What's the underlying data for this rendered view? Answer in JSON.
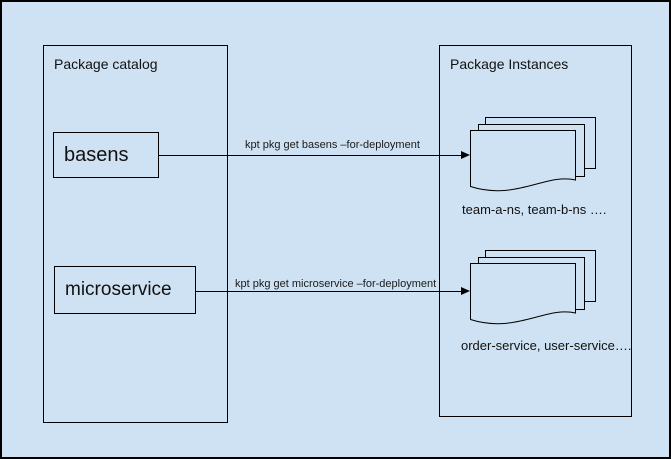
{
  "canvas": {
    "background_color": "#cfe2f3",
    "border_color": "#000000"
  },
  "catalog": {
    "title": "Package catalog",
    "packages": [
      {
        "label": "basens"
      },
      {
        "label": "microservice"
      }
    ]
  },
  "instances": {
    "title": "Package Instances",
    "stacks": [
      {
        "icon": "document-stack-icon",
        "caption": "team-a-ns, team-b-ns …."
      },
      {
        "icon": "document-stack-icon",
        "caption": "order-service, user-service…."
      }
    ]
  },
  "arrows": [
    {
      "label": "kpt pkg get basens –for-deployment"
    },
    {
      "label": "kpt pkg get microservice –for-deployment"
    }
  ]
}
